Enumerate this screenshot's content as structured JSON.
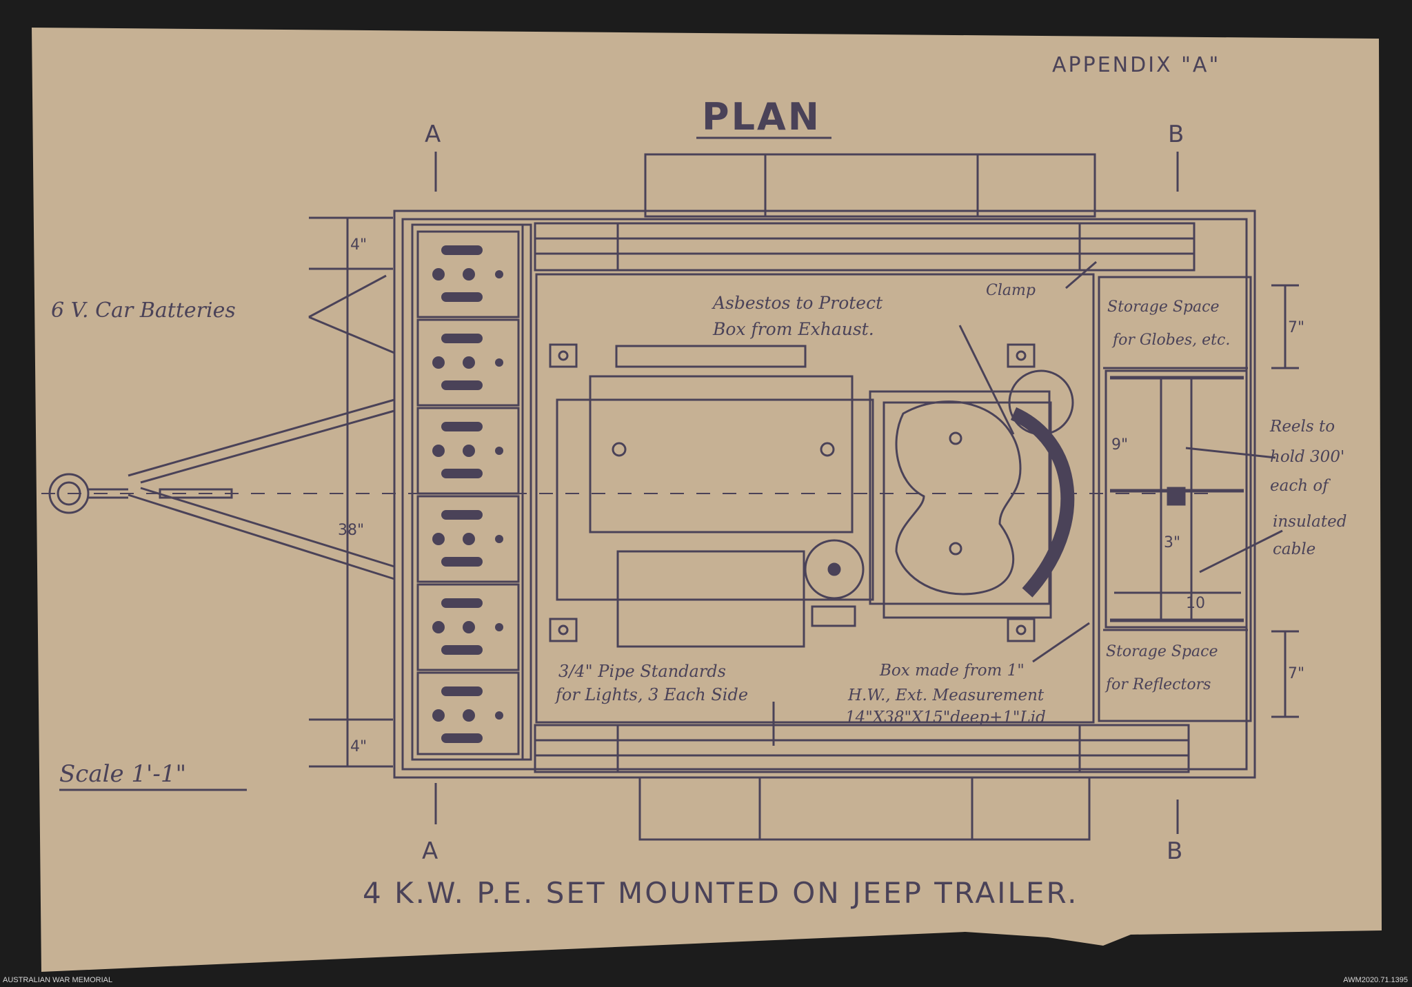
{
  "header": {
    "appendix": "APPENDIX \"A\"",
    "title": "PLAN",
    "section_a": "A",
    "section_b": "B"
  },
  "labels": {
    "batteries": "6 V. Car Batteries",
    "asbestos_1": "Asbestos to Protect",
    "asbestos_2": "Box from Exhaust.",
    "clamp": "Clamp",
    "storage_globes_1": "Storage Space",
    "storage_globes_2": "for Globes, etc.",
    "reels_1": "Reels to",
    "reels_2": "hold 300'",
    "reels_3": "each of",
    "reels_4": "insulated",
    "reels_5": "cable",
    "storage_reflectors_1": "Storage Space",
    "storage_reflectors_2": "for Reflectors",
    "pipe_1": "3/4\" Pipe Standards",
    "pipe_2": "for Lights, 3 Each Side",
    "box_1": "Box made from 1\"",
    "box_2": "H.W., Ext. Measurement",
    "box_3": "14\"X38\"X15\"deep+1\"Lid",
    "scale": "Scale 1'-1\""
  },
  "dimensions": {
    "top_4": "4\"",
    "height_38": "38\"",
    "bottom_4": "4\"",
    "right_7_top": "7\"",
    "reel_9": "9\"",
    "reel_3": "3\"",
    "reel_10": "10",
    "right_7_bottom": "7\""
  },
  "caption": "4 K.W. P.E. SET MOUNTED ON JEEP TRAILER.",
  "footer": {
    "left": "AUSTRALIAN WAR MEMORIAL",
    "right": "AWM2020.71.1395"
  },
  "colors": {
    "paper": "#c6b194",
    "ink": "#4a4258",
    "background": "#1c1c1c"
  }
}
